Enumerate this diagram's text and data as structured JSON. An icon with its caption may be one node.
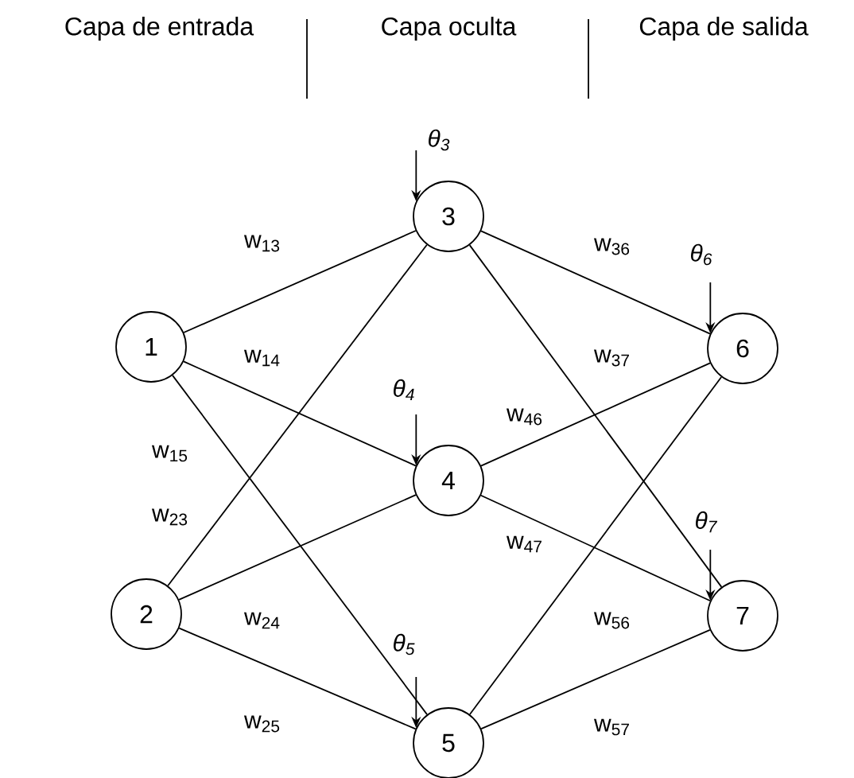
{
  "diagram": {
    "nodes": [
      {
        "text": [
          "1"
        ]
      },
      {
        "text": [
          "2"
        ]
      },
      {
        "text": [
          "3"
        ]
      },
      {
        "text": [
          "4"
        ]
      },
      {
        "text": [
          "5"
        ]
      },
      {
        "text": [
          "6"
        ]
      },
      {
        "text": [
          "7"
        ]
      }
    ],
    "edges": [
      {
        "from": 0,
        "to": 2,
        "arrow": "none",
        "label": "w$_{13}$"
      },
      {
        "from": 0,
        "to": 3,
        "arrow": "none",
        "label": "w$_{14}$"
      },
      {
        "from": 0,
        "to": 4,
        "arrow": "none",
        "label": "w$_{15}$"
      },
      {
        "from": 1,
        "to": 2,
        "arrow": "none",
        "label": "w$_{23}$"
      },
      {
        "from": 1,
        "to": 3,
        "arrow": "none",
        "label": "w$_{24}$"
      },
      {
        "from": 1,
        "to": 4,
        "arrow": "none",
        "label": "w$_{25}$"
      },
      {
        "from": 2,
        "to": 5,
        "arrow": "none",
        "label": "w$_{36}$"
      },
      {
        "from": 2,
        "to": 6,
        "arrow": "none",
        "label": "w$_{37}$"
      },
      {
        "from": 3,
        "to": 5,
        "arrow": "none",
        "label": "w$_{46}$"
      },
      {
        "from": 3,
        "to": 6,
        "arrow": "none",
        "label": "w$_{47}$"
      },
      {
        "from": 4,
        "to": 5,
        "arrow": "none",
        "label": "w$_{56}$"
      },
      {
        "from": 4,
        "to": 6,
        "arrow": "none",
        "label": "w$_{57}$"
      },
      {
        "from": null,
        "to": 2,
        "arrow": "to",
        "label": "θ$_{3}$"
      },
      {
        "from": null,
        "to": 3,
        "arrow": "to",
        "label": "θ$_{4}$"
      },
      {
        "from": null,
        "to": 4,
        "arrow": "to",
        "label": "θ$_{5}$"
      },
      {
        "from": null,
        "to": 5,
        "arrow": "to",
        "label": "θ$_{6}$"
      },
      {
        "from": null,
        "to": 6,
        "arrow": "to",
        "label": "θ$_{7}$"
      }
    ],
    "labels": [
      "Capa de entrada",
      "Capa oculta",
      "Capa de salida"
    ]
  }
}
